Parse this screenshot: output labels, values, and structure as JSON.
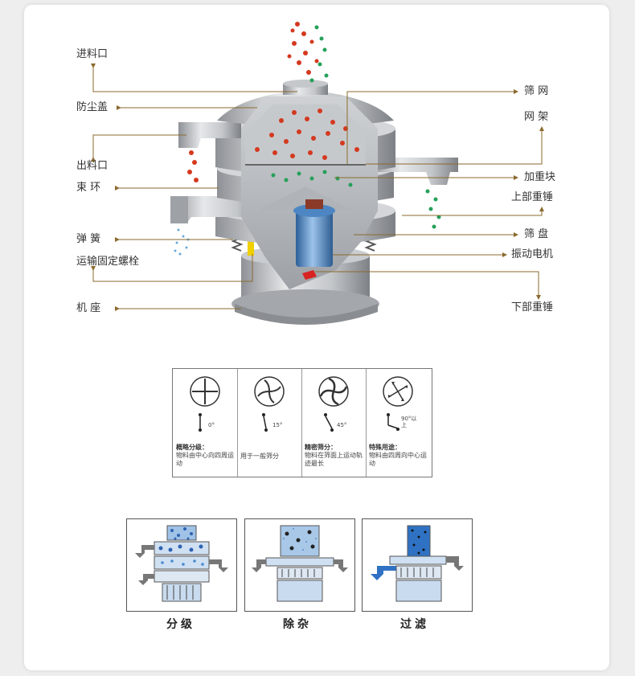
{
  "diagram": {
    "left_labels": [
      {
        "id": "inlet",
        "text": "进料口"
      },
      {
        "id": "dust-cover",
        "text": "防尘盖"
      },
      {
        "id": "outlet",
        "text": "出料口"
      },
      {
        "id": "clamp-ring",
        "text": "束 环"
      },
      {
        "id": "spring",
        "text": "弹 簧"
      },
      {
        "id": "transport-bolt",
        "text": "运输固定螺栓"
      },
      {
        "id": "base",
        "text": "机 座"
      }
    ],
    "right_labels": [
      {
        "id": "screen-mesh",
        "text": "筛 网"
      },
      {
        "id": "mesh-frame",
        "text": "网 架"
      },
      {
        "id": "weight-block",
        "text": "加重块"
      },
      {
        "id": "upper-hammer",
        "text": "上部重锤"
      },
      {
        "id": "screen-tray",
        "text": "筛 盘"
      },
      {
        "id": "vibration-motor",
        "text": "振动电机"
      },
      {
        "id": "lower-hammer",
        "text": "下部重锤"
      }
    ]
  },
  "motion_table": {
    "columns": [
      {
        "angle": "0°",
        "title": "概略分级：",
        "text": "物料由中心向四周运动"
      },
      {
        "angle": "15°",
        "title": "",
        "text": "用于一般筛分"
      },
      {
        "angle": "45°",
        "title": "精密筛分：",
        "text": "物料在筛面上运动轨迹最长"
      },
      {
        "angle": "90°以上",
        "title": "特殊用途：",
        "text": "物料由四周向中心运动"
      }
    ]
  },
  "processes": [
    {
      "label": "分级"
    },
    {
      "label": "除杂"
    },
    {
      "label": "过滤"
    }
  ],
  "colors": {
    "accent_arrow": "#8b6a2e",
    "particle_red": "#d4391f",
    "particle_green": "#26a05a",
    "machine_gray": "#b9bcc0",
    "motor_blue": "#3d78b8",
    "spring_yellow": "#f0d000"
  }
}
